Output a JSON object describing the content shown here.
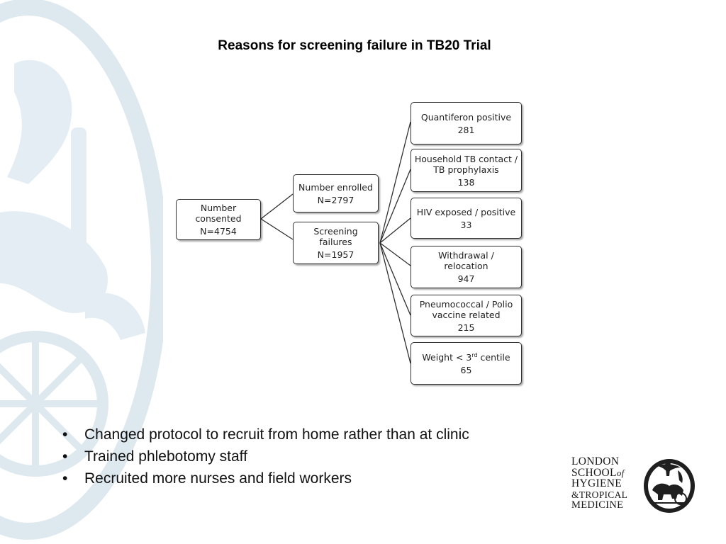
{
  "title": "Reasons for screening failure in TB20 Trial",
  "diagram": {
    "consented": {
      "label": "Number consented",
      "count": "N=4754"
    },
    "enrolled": {
      "label": "Number enrolled",
      "count": "N=2797"
    },
    "failures": {
      "label": "Screening failures",
      "count": "N=1957"
    },
    "reasons": [
      {
        "label": "Quantiferon positive",
        "count": "281"
      },
      {
        "label": "Household TB contact / TB prophylaxis",
        "count": "138"
      },
      {
        "label": "HIV exposed / positive",
        "count": "33"
      },
      {
        "label": "Withdrawal / relocation",
        "count": "947"
      },
      {
        "label": "Pneumococcal / Polio vaccine related",
        "count": "215"
      },
      {
        "label_pre": "Weight < 3",
        "label_sup": "rd",
        "label_post": " centile",
        "count": "65"
      }
    ]
  },
  "bullets": [
    "Changed protocol to recruit from home rather than at clinic",
    "Trained phlebotomy staff",
    "Recruited more nurses and field workers"
  ],
  "logo": {
    "lines": [
      "LONDON",
      "SCHOOL",
      "of",
      "HYGIENE",
      "&TROPICAL",
      "MEDICINE"
    ]
  },
  "colors": {
    "watermark": "#dde8ef",
    "box_border": "#2f2f2f"
  }
}
